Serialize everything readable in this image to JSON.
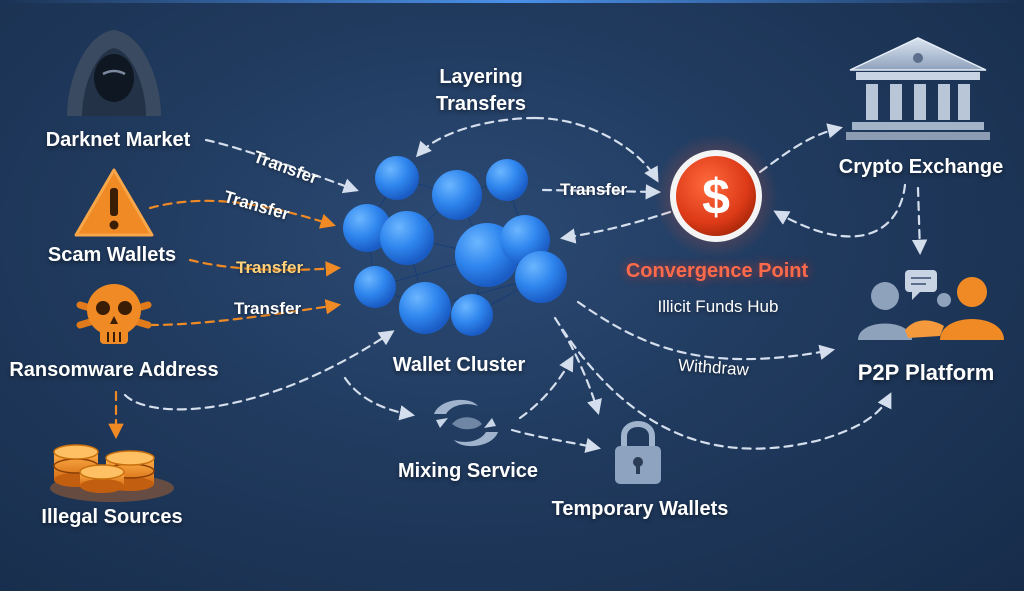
{
  "nodes": {
    "darknet": "Darknet Market",
    "scam": "Scam Wallets",
    "ransomware": "Ransomware Address",
    "illegal": "Illegal Sources",
    "layering": "Layering\nTransfers",
    "cluster": "Wallet Cluster",
    "mixing": "Mixing Service",
    "temporary": "Temporary Wallets",
    "convergence": "Convergence Point",
    "convergence_sub": "Illicit Funds Hub",
    "exchange": "Crypto Exchange",
    "p2p": "P2P Platform"
  },
  "edge_labels": {
    "transfer1": "Transfer",
    "transfer2": "Transfer",
    "transfer3": "Transfer",
    "transfer4": "Transfer",
    "transfer_hub": "Transfer",
    "withdraw": "Withdraw"
  },
  "icons": {
    "darknet": "hooded-figure-icon",
    "scam": "warning-triangle-icon",
    "ransomware": "skull-icon",
    "illegal": "coin-stacks-icon",
    "mixing": "mixer-swirl-icon",
    "temporary": "padlock-icon",
    "convergence": "dollar-coin-icon",
    "exchange": "bank-building-icon",
    "p2p": "people-chat-icon"
  },
  "colors": {
    "background": "#203a5e",
    "node_blue": "#3a8ef0",
    "accent_orange": "#f08a24",
    "hub_red": "#e0421e",
    "convergence_text": "#ff6a4a",
    "arrow_gray": "#c8d4e6"
  }
}
